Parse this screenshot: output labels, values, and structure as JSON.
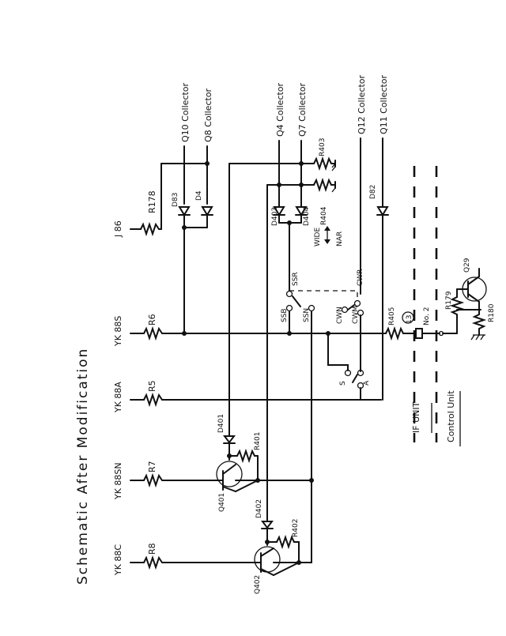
{
  "title": "Schematic After Modification",
  "terminals": {
    "yk88s": "YK 88S",
    "yk88a": "YK 88A",
    "yk88sn": "YK 88SN",
    "yk88c": "YK 88C",
    "j86": "J 86"
  },
  "top_labels": {
    "q10": "Q10 Collector",
    "q8": "Q8 Collector",
    "q4": "Q4 Collector",
    "q7": "Q7 Collector",
    "q12": "Q12 Collector",
    "q11": "Q11 Collector"
  },
  "resistors": {
    "r6": "R6",
    "r5": "R5",
    "r7": "R7",
    "r8": "R8",
    "r178": "R178",
    "r403": "R403",
    "r404": "R404",
    "r405": "R405",
    "r401": "R401",
    "r402": "R402",
    "r179": "R179",
    "r180": "R180"
  },
  "diodes": {
    "d83": "D83",
    "d4": "D4",
    "d403": "D403",
    "d404": "D404",
    "d82": "D82",
    "d401": "D401",
    "d402": "D402"
  },
  "transistors": {
    "q401": "Q401",
    "q402": "Q402",
    "q29": "Q29"
  },
  "switch": {
    "ssb": "SSB",
    "ssn": "SSN",
    "ssr": "SSR",
    "cwr": "CWR",
    "cwn": "CWN",
    "cwm": "CWM",
    "s": "S",
    "a": "A"
  },
  "annotations": {
    "wide": "WIDE",
    "nar": "NAR",
    "connector_num": "13",
    "connector_no": "No. 2",
    "if_unit": "IF UNIT",
    "control_unit": "Control Unit"
  }
}
